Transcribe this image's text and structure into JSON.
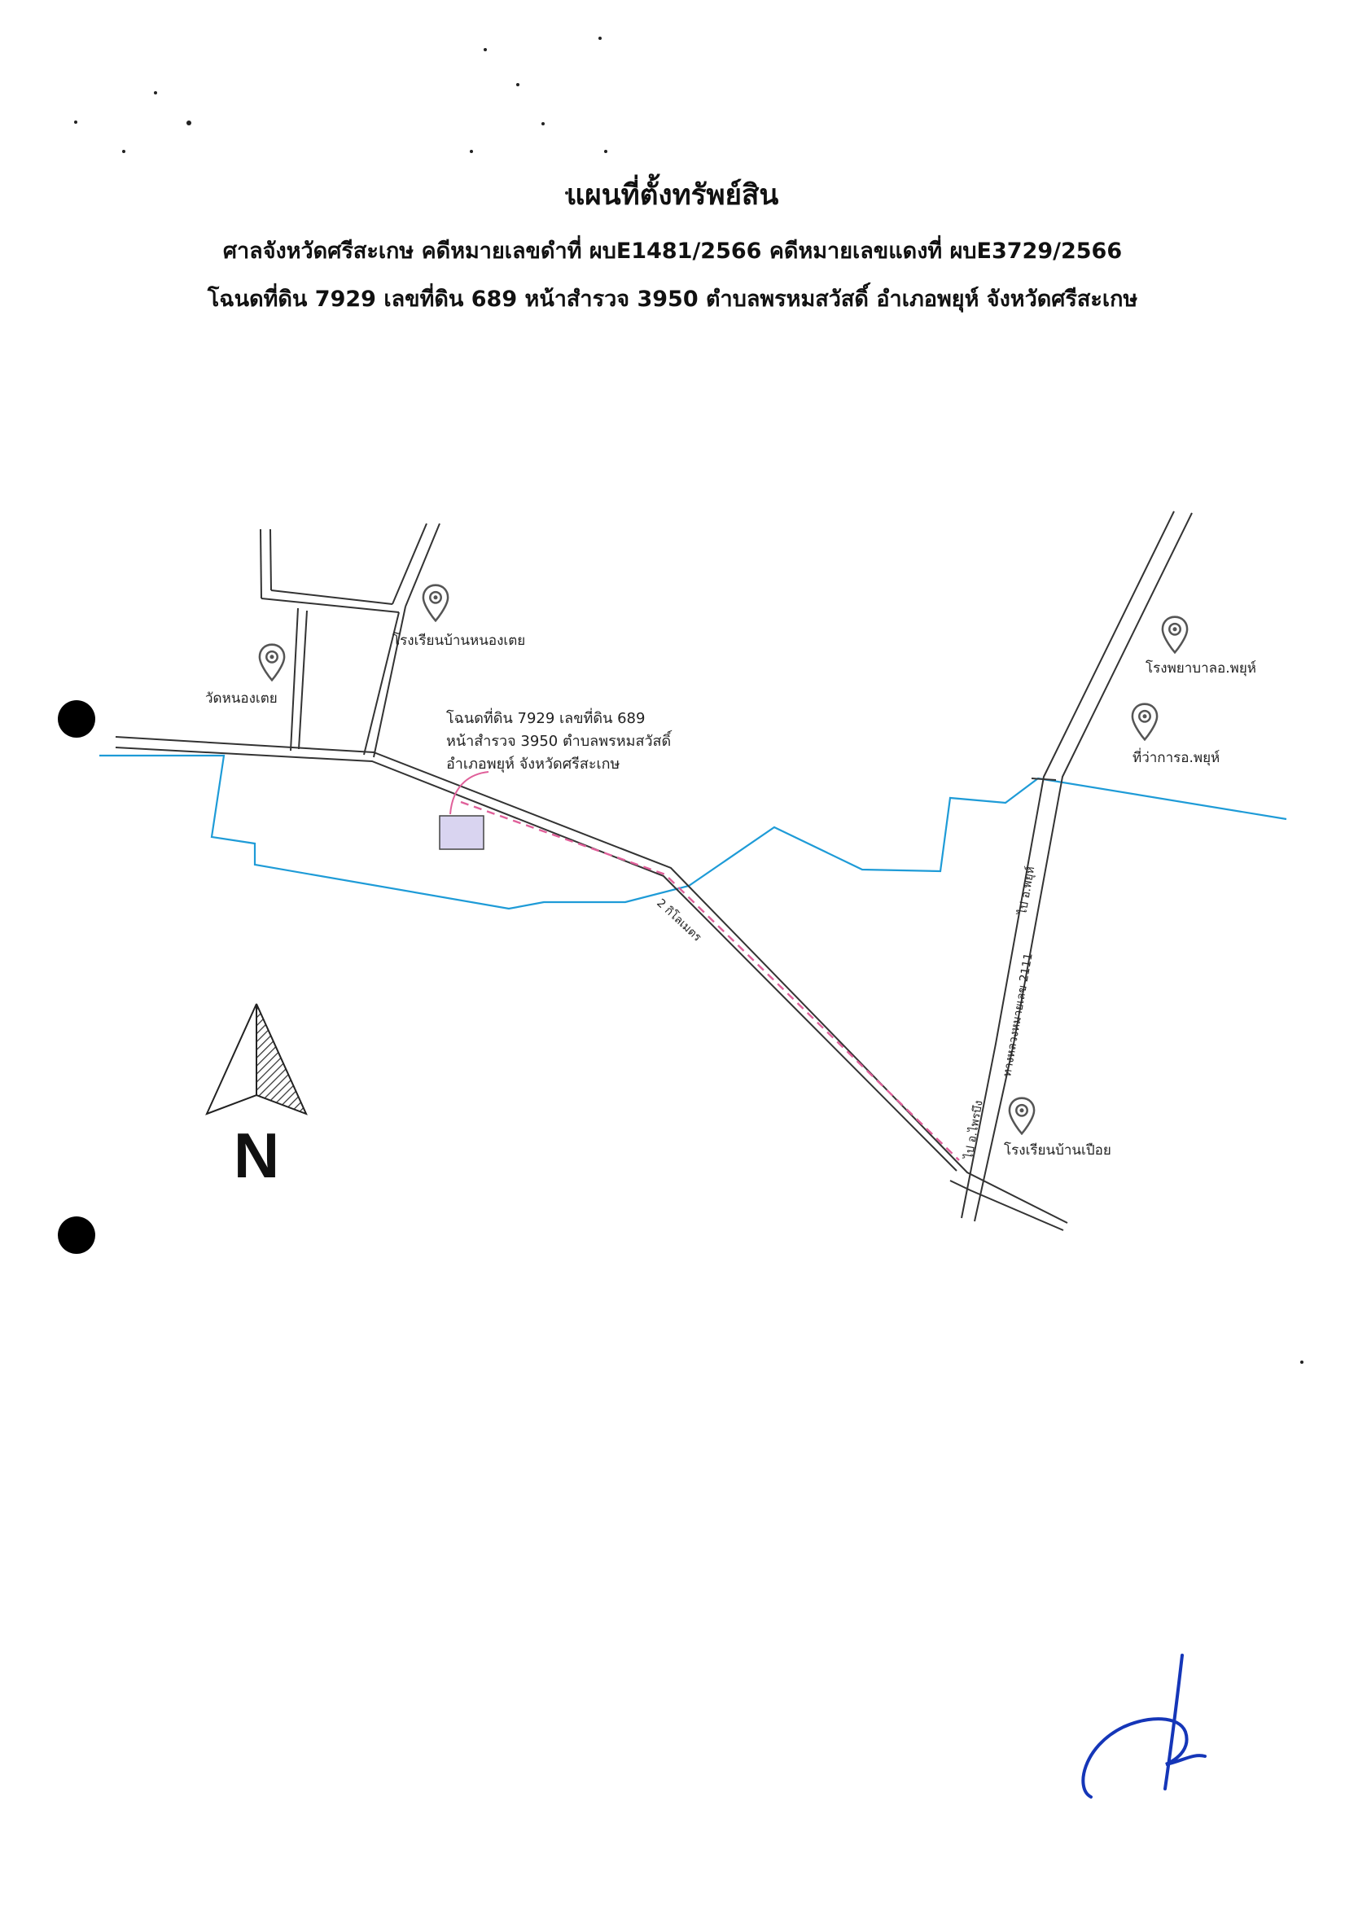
{
  "header": {
    "title": "แผนที่ตั้งทรัพย์สิน",
    "line1": "ศาลจังหวัดศรีสะเกษ คดีหมายเลขดำที่ ผบE1481/2566 คดีหมายเลขแดงที่ ผบE3729/2566",
    "line2": "โฉนดที่ดิน 7929 เลขที่ดิน 689 หน้าสำรวจ 3950 ตำบลพรหมสวัสดิ์ อำเภอพยุห์ จังหวัดศรีสะเกษ"
  },
  "map": {
    "landmarks": {
      "school_nong_toei": "โรงเรียนบ้านหนองเตย",
      "wat_nong_toei": "วัดหนองเตย",
      "hospital": "โรงพยาบาลอ.พยุห์",
      "district_office": "ที่ว่าการอ.พยุห์",
      "school_ban_puey": "โรงเรียนบ้านเปือย"
    },
    "parcel_callout": {
      "line1": "โฉนดที่ดิน 7929 เลขที่ดิน 689",
      "line2": "หน้าสำรวจ 3950 ตำบลพรหมสวัสดิ์",
      "line3": "อำเภอพยุห์ จังหวัดศรีสะเกษ"
    },
    "route_distance": "2 กิโลเมตร",
    "highway_label": "ทางหลวงหมายเลข 2111",
    "direction_phayu": "ไป อ.พยุห์",
    "direction_phrai_bueng": "ไป อ.ไพรบึง",
    "north_label": "N"
  },
  "colors": {
    "road": "#333333",
    "waterway": "#1e9bd7",
    "route": "#e0609a",
    "parcel_fill": "#d9d4f0",
    "marker": "#555555"
  }
}
